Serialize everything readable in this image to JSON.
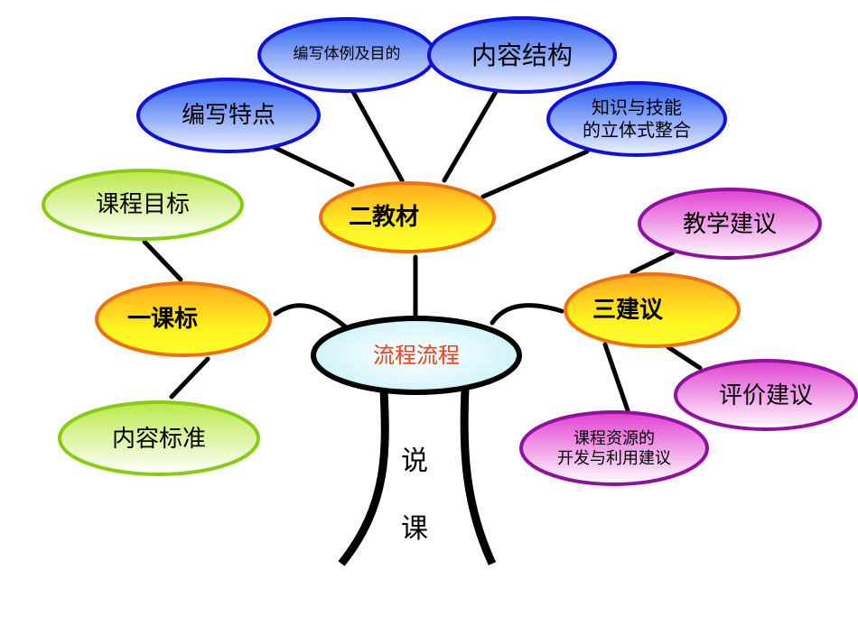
{
  "center": {
    "label": "流程流程",
    "color": "#e8401c"
  },
  "trunk": {
    "char1": "说",
    "char2": "课"
  },
  "branches": {
    "course_standard": {
      "label": "一课标",
      "children": [
        "课程目标",
        "内容标准"
      ]
    },
    "textbook": {
      "label": "二教材",
      "children": [
        "编写特点",
        "编写体例及目的",
        "内容结构",
        "知识与技能",
        "的立体式整合"
      ]
    },
    "suggestions": {
      "label": "三建议",
      "children": [
        "教学建议",
        "评价建议",
        "课程资源的",
        "开发与利用建议"
      ]
    }
  },
  "colors": {
    "blue_border": "#1010d8",
    "blue_fill_top": "#2a5cf0",
    "blue_fill_bottom": "#e8f0ff",
    "orange_border": "#f07010",
    "orange_fill_top": "#ffb020",
    "orange_fill_bottom": "#ffff20",
    "green_border": "#88cc10",
    "green_fill_top": "#c8ee60",
    "green_fill_bottom": "#ffffff",
    "magenta_border": "#9010a0",
    "magenta_fill_top": "#e040d0",
    "magenta_fill_bottom": "#ffffff",
    "center_fill": "#e0f8ff"
  }
}
